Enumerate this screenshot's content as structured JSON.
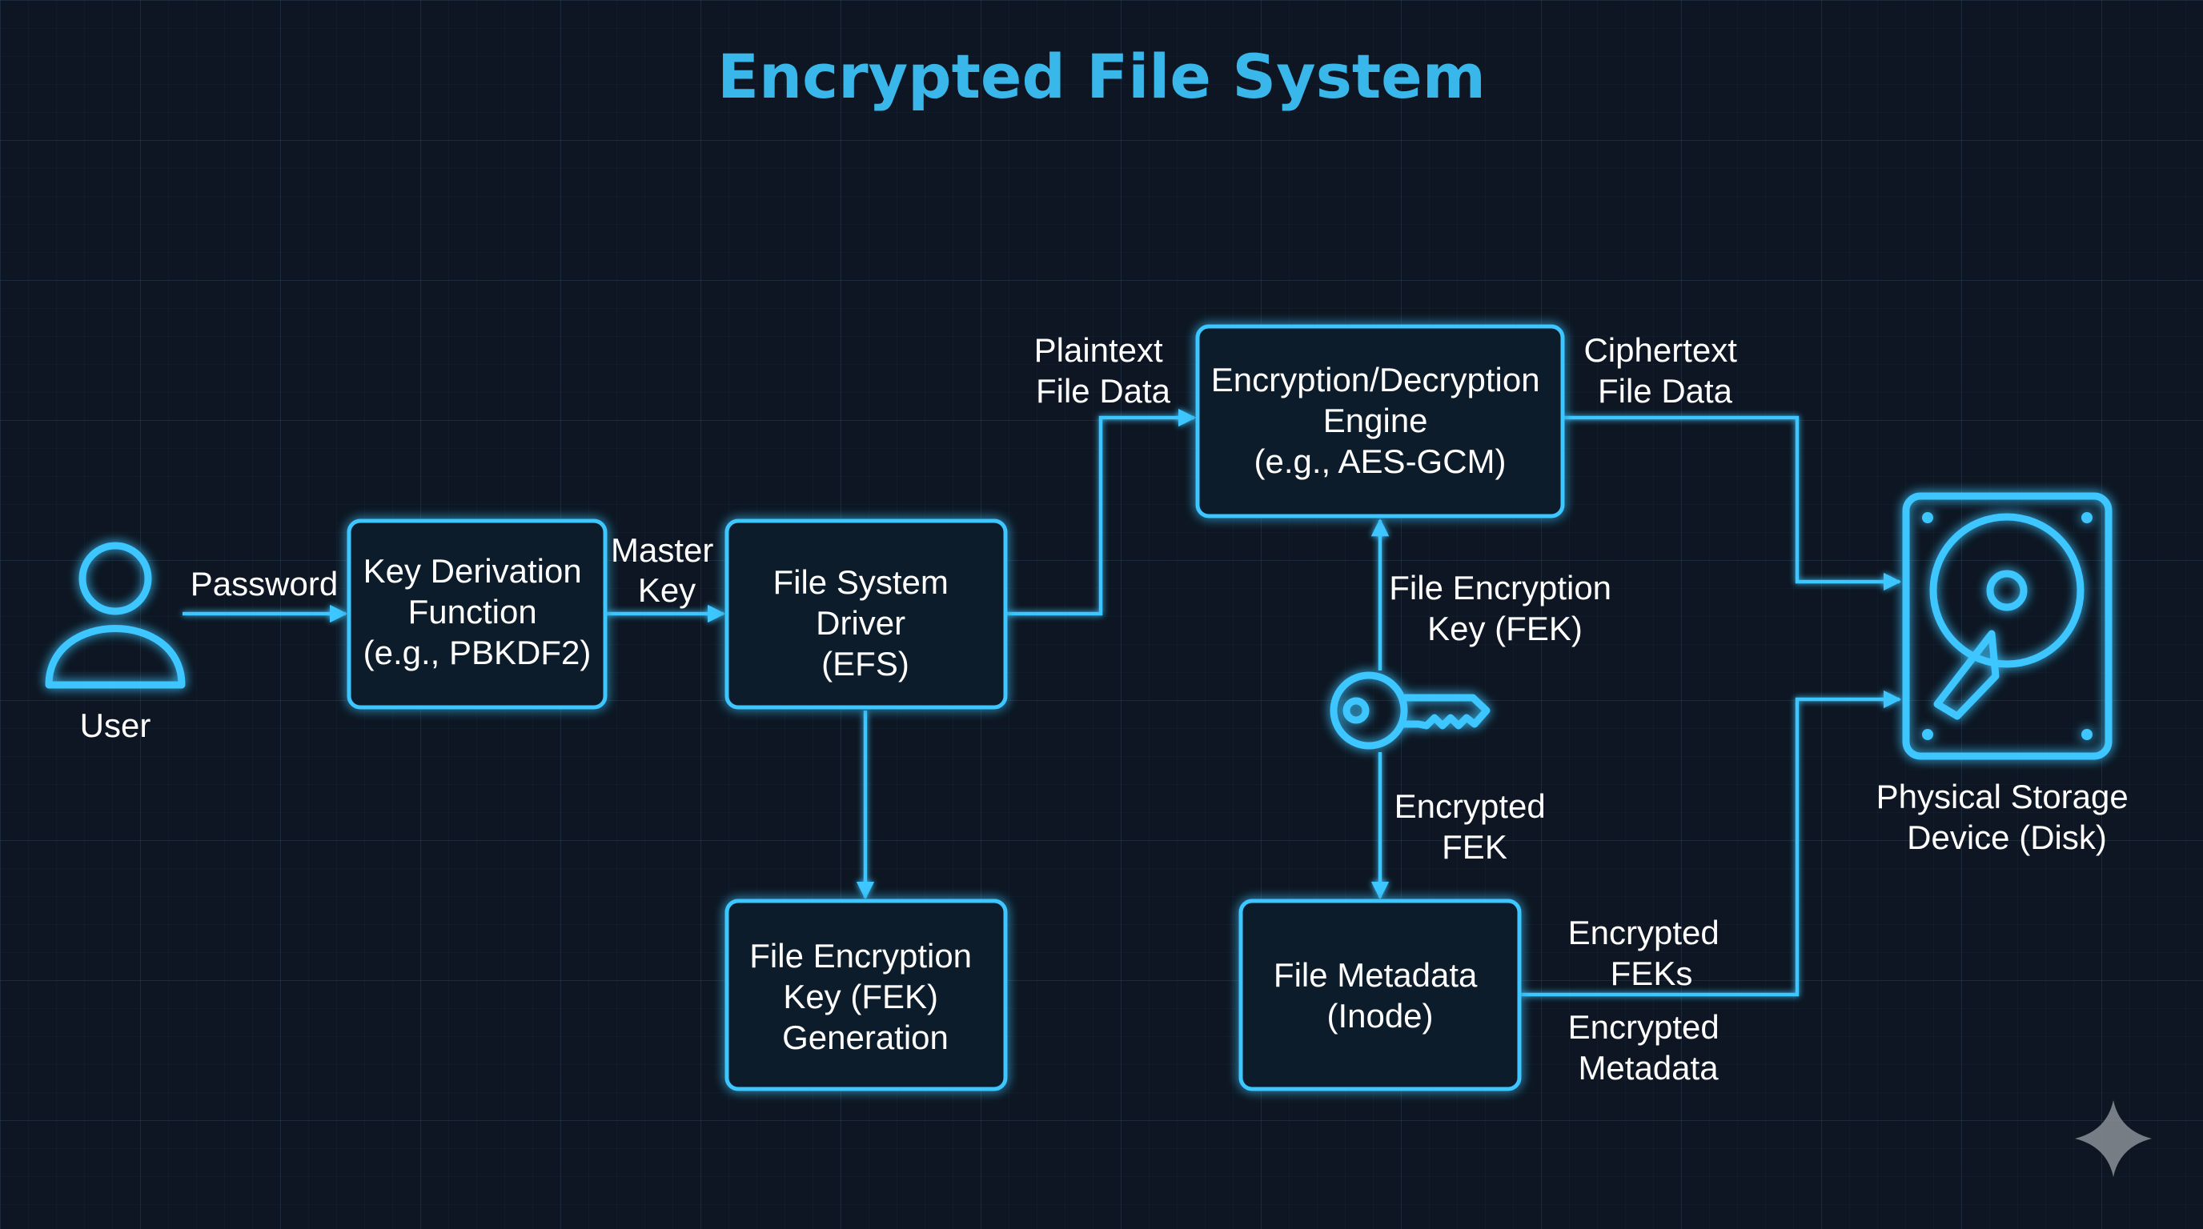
{
  "title": "Encrypted File System",
  "colors": {
    "background": "#0d1622",
    "accent": "#3cc6ff",
    "title": "#3ab7ea",
    "text": "#ffffff",
    "watermark": "#8a8f96"
  },
  "nodes": {
    "user": {
      "label": "User",
      "icon": "user-icon"
    },
    "kdf": {
      "lines": [
        "Key Derivation",
        "Function",
        "(e.g., PBKDF2)"
      ]
    },
    "driver": {
      "lines": [
        "File System",
        "Driver",
        "(EFS)"
      ]
    },
    "fekgen": {
      "lines": [
        "File Encryption",
        "Key (FEK)",
        "Generation"
      ]
    },
    "engine": {
      "lines": [
        "Encryption/Decryption",
        "Engine",
        "(e.g., AES-GCM)"
      ]
    },
    "metadata": {
      "lines": [
        "File Metadata",
        "(Inode)"
      ]
    },
    "storage": {
      "lines": [
        "Physical Storage",
        "Device (Disk)"
      ],
      "icon": "hard-drive-icon"
    },
    "key": {
      "icon": "key-icon"
    }
  },
  "edges": {
    "password": [
      "Password"
    ],
    "master_key": [
      "Master",
      "Key"
    ],
    "plaintext": [
      "Plaintext",
      "File Data"
    ],
    "ciphertext": [
      "Ciphertext",
      "File Data"
    ],
    "fek": [
      "File Encryption",
      "Key (FEK)"
    ],
    "encrypted_fek": [
      "Encrypted",
      "FEK"
    ],
    "encrypted_feks": [
      "Encrypted",
      "FEKs"
    ],
    "encrypted_metadata": [
      "Encrypted",
      "Metadata"
    ]
  },
  "watermark": {
    "icon": "sparkle-icon"
  }
}
